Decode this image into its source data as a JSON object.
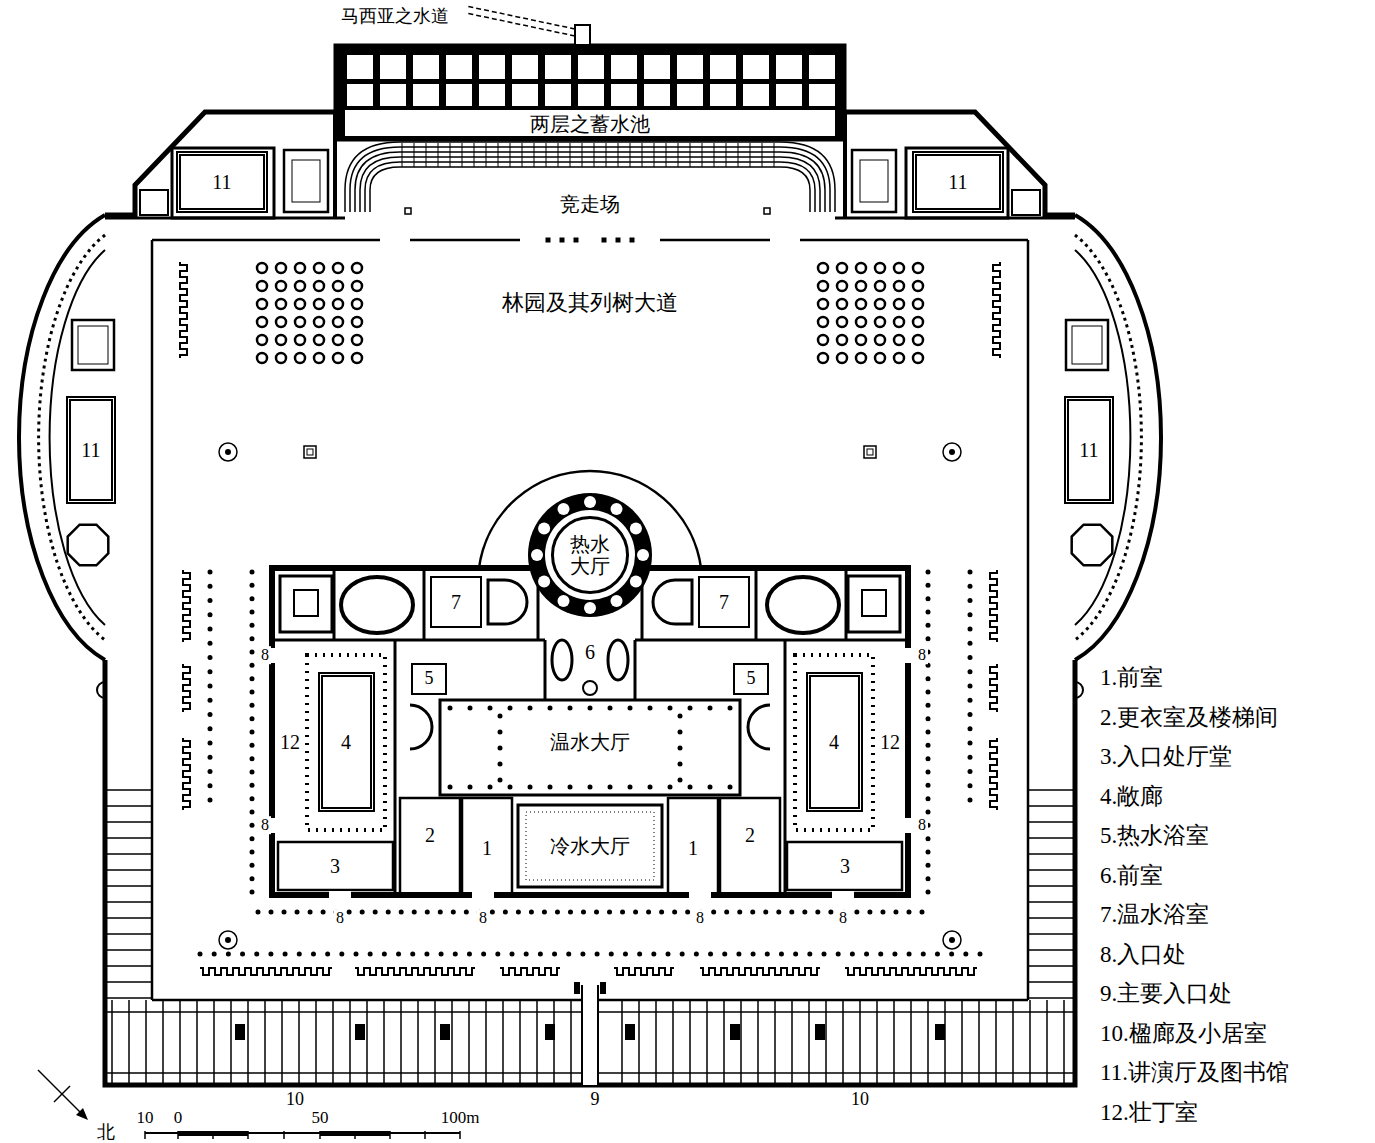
{
  "diagram": {
    "nodes": [
      {
        "text": [
          "两层之蓄水池"
        ]
      },
      {
        "text": [
          "11"
        ]
      },
      {
        "text": [
          "11"
        ]
      },
      {
        "text": [
          "竞走场"
        ]
      },
      {
        "text": [
          "林园及其列树大道"
        ]
      },
      {
        "text": [
          "11"
        ]
      },
      {
        "text": [
          "11"
        ]
      },
      {
        "text": [
          "热水 大厅"
        ]
      },
      {
        "text": [
          "7"
        ]
      },
      {
        "text": [
          "7"
        ]
      },
      {
        "text": [
          "6"
        ]
      },
      {
        "text": [
          "5"
        ]
      },
      {
        "text": [
          "5"
        ]
      },
      {
        "text": [
          "12"
        ]
      },
      {
        "text": [
          "4"
        ]
      },
      {
        "text": [
          "温水大厅"
        ]
      },
      {
        "text": [
          "4"
        ]
      },
      {
        "text": [
          "12"
        ]
      },
      {
        "text": [
          "2"
        ]
      },
      {
        "text": [
          "1"
        ]
      },
      {
        "text": [
          "冷水大厅"
        ]
      },
      {
        "text": [
          "1"
        ]
      },
      {
        "text": [
          "2"
        ]
      },
      {
        "text": [
          "3"
        ]
      },
      {
        "text": [
          "3"
        ]
      }
    ],
    "labels": [
      "马西亚之水道",
      "8",
      "8",
      "8",
      "8",
      "8",
      "8",
      "8",
      "8",
      "10",
      "9",
      "10",
      "10",
      "0",
      "50",
      "100m",
      "北"
    ],
    "legend": [
      {
        "text": "1.前室"
      },
      {
        "text": "2.更衣室及楼梯间"
      },
      {
        "text": "3.入口处厅堂"
      },
      {
        "text": "4.敞廊"
      },
      {
        "text": "5.热水浴室"
      },
      {
        "text": "6.前室"
      },
      {
        "text": "7.温水浴室"
      },
      {
        "text": "8.入口处"
      },
      {
        "text": "9.主要入口处"
      },
      {
        "text": "10.楹廊及小居室"
      },
      {
        "text": "11.讲演厅及图书馆"
      },
      {
        "text": "12.壮丁室"
      }
    ]
  }
}
